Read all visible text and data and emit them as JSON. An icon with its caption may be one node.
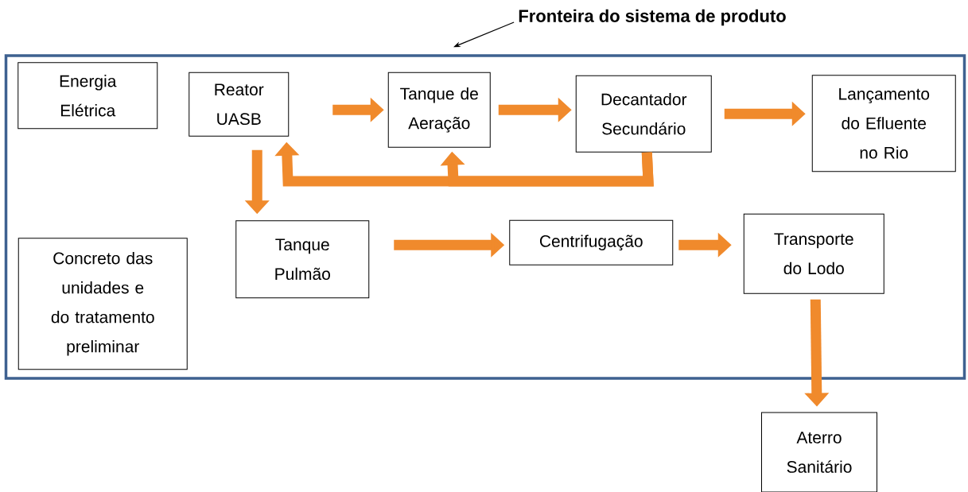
{
  "diagram": {
    "nodes": [
      {
        "text": [
          "Fronteira do sistema de produto"
        ]
      },
      {
        "text": [],
        "shape": "box"
      },
      {
        "text": [
          "Energia Elétrica"
        ],
        "in": 1
      },
      {
        "text": [
          "Reator UASB"
        ],
        "in": 1
      },
      {
        "text": [
          "Tanque de Aeração"
        ],
        "in": 1
      },
      {
        "text": [
          "Decantador Secundário"
        ],
        "in": 1
      },
      {
        "text": [
          "Lançamento do Efluente no Rio"
        ],
        "in": 1
      },
      {
        "text": [
          "Tanque Pulmão"
        ],
        "in": 1
      },
      {
        "text": [
          "Centrifugação"
        ],
        "in": 1
      },
      {
        "text": [
          "Transporte do Lodo"
        ],
        "in": 1
      },
      {
        "text": [
          "Concreto das unidades e do tratamento preliminar"
        ],
        "in": 1
      },
      {
        "text": [
          "Aterro Sanitário"
        ]
      }
    ],
    "edges": [
      {
        "from": 0,
        "to": 1,
        "arrow": "to",
        "color": "#000000"
      },
      {
        "from": 3,
        "to": 4,
        "arrow": "to"
      },
      {
        "from": 4,
        "to": 5,
        "arrow": "to"
      },
      {
        "from": 5,
        "to": 6,
        "arrow": "to"
      },
      {
        "from": 3,
        "to": 7,
        "arrow": "to"
      },
      {
        "from": 7,
        "to": 8,
        "arrow": "to"
      },
      {
        "from": 8,
        "to": 9,
        "arrow": "to"
      },
      {
        "from": 9,
        "to": 11,
        "arrow": "to"
      },
      {
        "from": 5,
        "to": 3,
        "arrow": "to"
      },
      {
        "from": 5,
        "to": 4,
        "arrow": "to"
      }
    ]
  }
}
